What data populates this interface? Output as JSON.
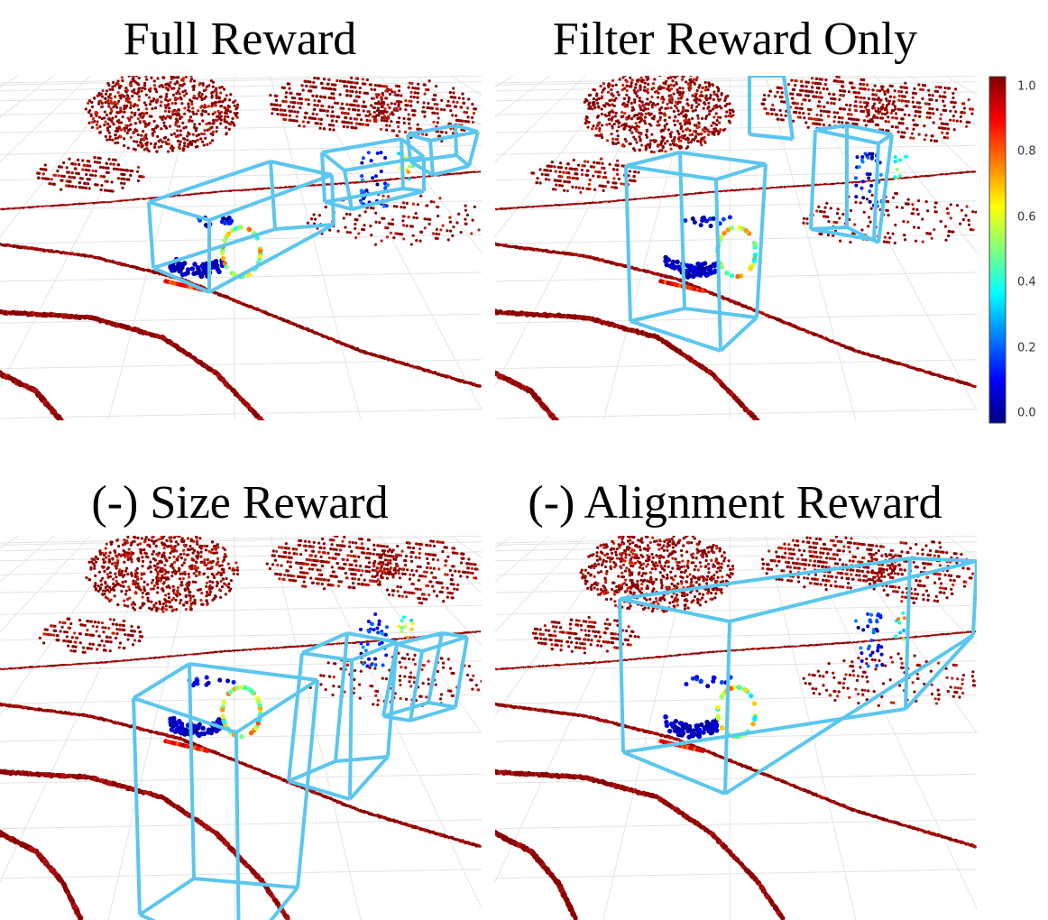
{
  "panels": [
    {
      "id": "full",
      "title": "Full Reward"
    },
    {
      "id": "filter",
      "title": "Filter Reward Only"
    },
    {
      "id": "size",
      "title": "(-) Size Reward"
    },
    {
      "id": "align",
      "title": "(-) Alignment Reward"
    }
  ],
  "colorbar": {
    "ticks": [
      "1.0",
      "0.8",
      "0.6",
      "0.4",
      "0.2",
      "0.0"
    ],
    "tick_values": [
      1.0,
      0.8,
      0.6,
      0.4,
      0.2,
      0.0
    ],
    "colormap": [
      "#00007f",
      "#0000ff",
      "#007fff",
      "#00ffff",
      "#7fff7f",
      "#ffff00",
      "#ff7f00",
      "#ff0000",
      "#7f0000"
    ]
  },
  "colors": {
    "box": "#5bc6ee",
    "ground": "#8b0000",
    "grid": "#e4e4e4"
  }
}
